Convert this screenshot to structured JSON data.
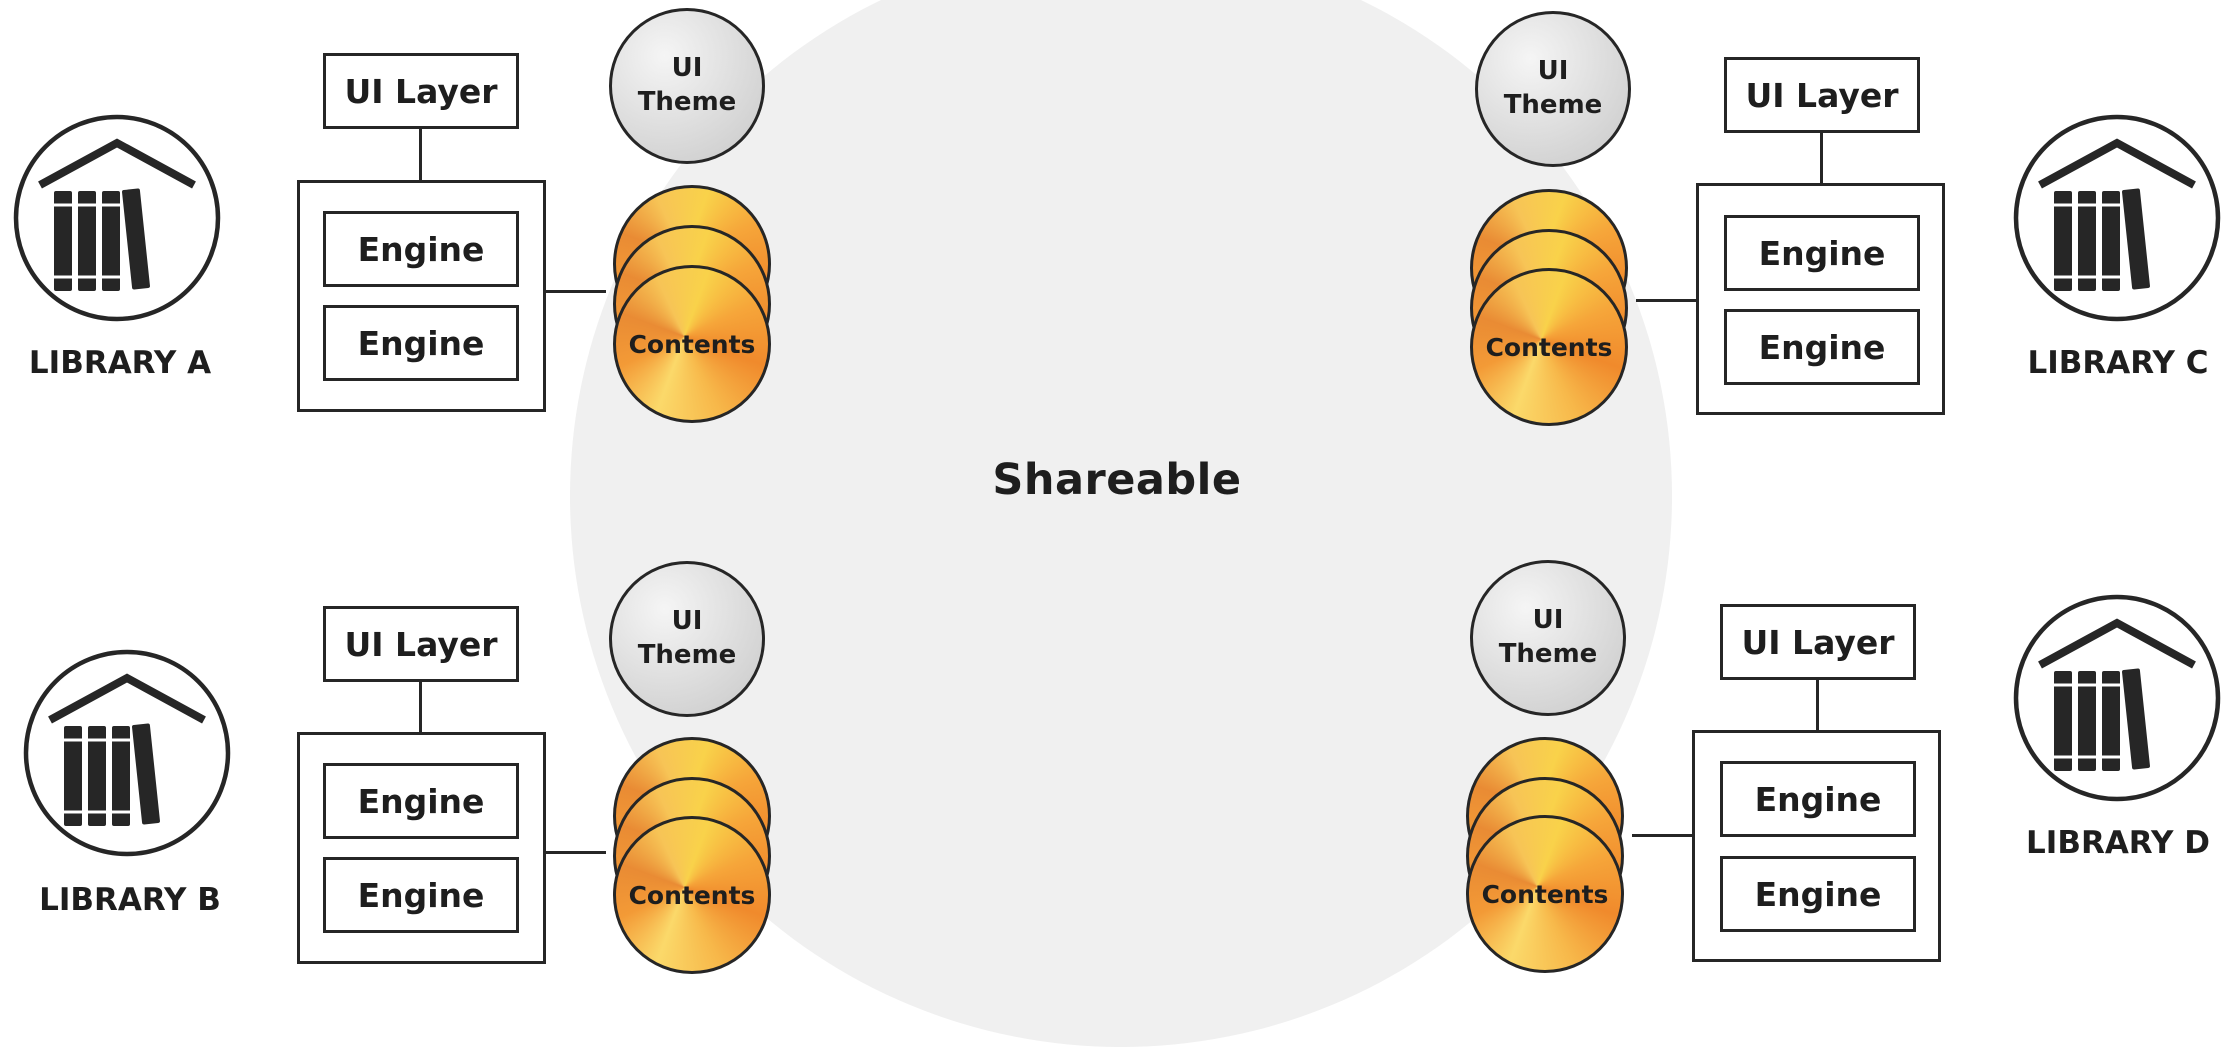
{
  "center": {
    "label": "Shareable"
  },
  "labels": {
    "ui_layer": "UI Layer",
    "engine": "Engine",
    "ui_theme_line1": "UI",
    "ui_theme_line2": "Theme",
    "contents": "Contents"
  },
  "libraries": {
    "a": {
      "name": "LIBRARY A"
    },
    "b": {
      "name": "LIBRARY B"
    },
    "c": {
      "name": "LIBRARY C"
    },
    "d": {
      "name": "LIBRARY D"
    }
  },
  "colors": {
    "shared_area": "#f0f0f0",
    "outline": "#262626",
    "contents_fill": "#f6a63a",
    "theme_fill": "#dcdcdc"
  }
}
